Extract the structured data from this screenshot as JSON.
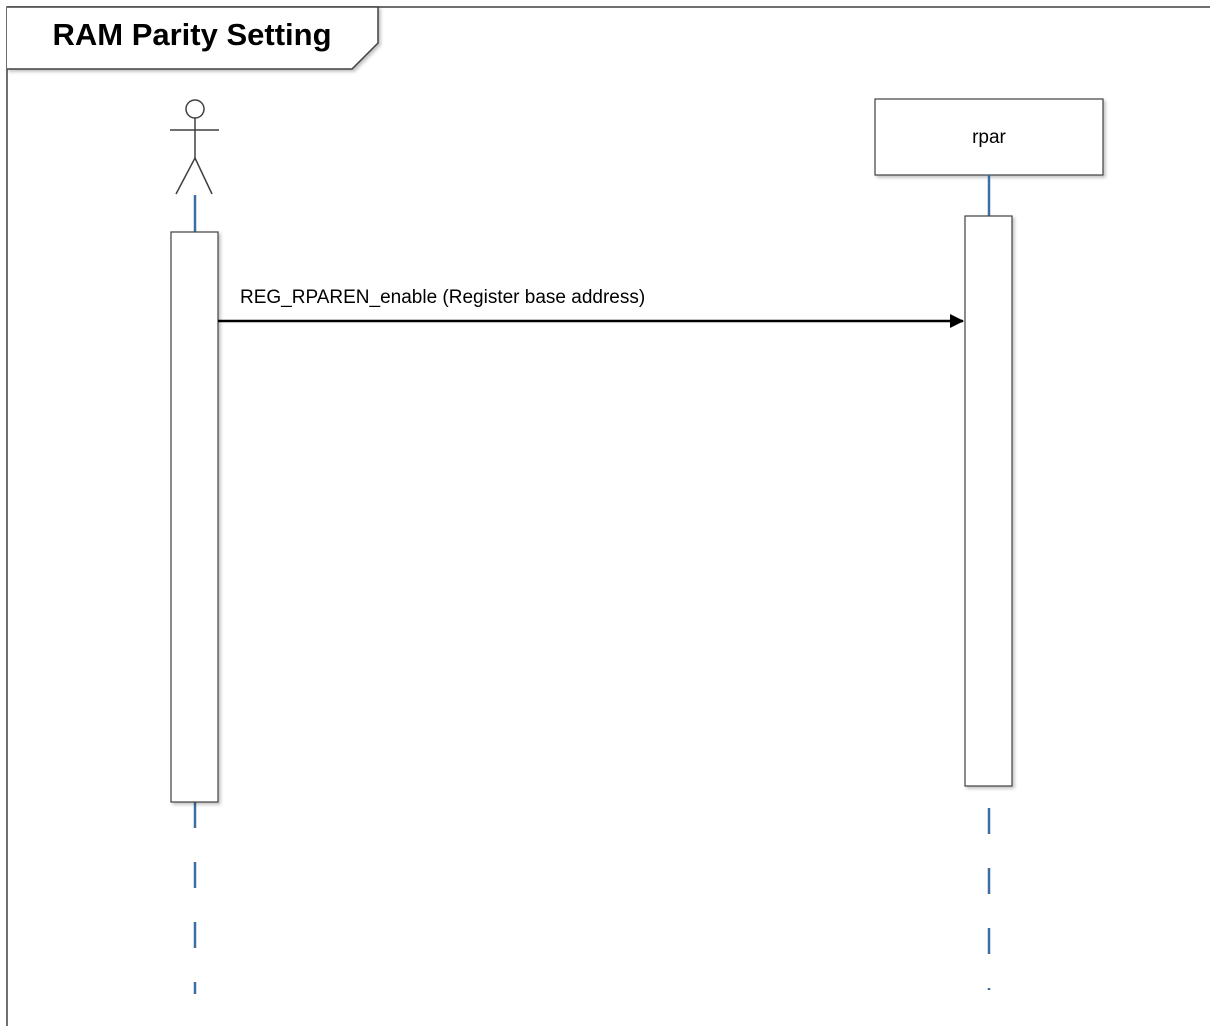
{
  "frame": {
    "title": "RAM Parity Setting"
  },
  "participants": [
    {
      "kind": "actor",
      "label": ""
    },
    {
      "kind": "object",
      "label": "rpar"
    }
  ],
  "messages": [
    {
      "from": 0,
      "to": 1,
      "label": "REG_RPAREN_enable (Register base address)",
      "style": "synchronous"
    }
  ],
  "colors": {
    "frame_border": "#404040",
    "lifeline": "#3b6ea5",
    "activation_border": "#404040",
    "arrow": "#000000"
  }
}
